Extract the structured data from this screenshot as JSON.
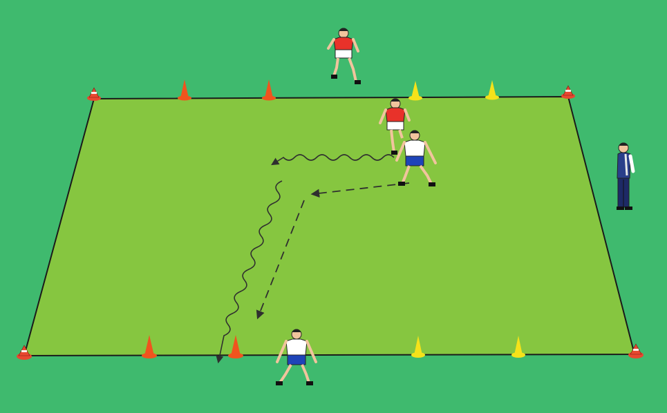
{
  "diagram": {
    "type": "soccer-drill",
    "colors": {
      "outer_grass": "#3fba6e",
      "pitch": "#86c640",
      "pitch_line": "#1a1a1a",
      "red_shirt": "#e8322a",
      "white_shirt": "#ffffff",
      "blue_shorts": "#1e44b8",
      "orange_cone": "#f0541e",
      "yellow_cone": "#f5e21a",
      "corner_cone": "#e84830",
      "coach_jacket": "#2a3f8a",
      "arrow": "#3a3a3a"
    },
    "cones": {
      "corner_count": 4,
      "orange_count": 4,
      "yellow_count": 4
    },
    "players": [
      {
        "team": "red",
        "role": "waiting-attacker",
        "icon": "red-player-icon"
      },
      {
        "team": "red",
        "role": "attacker-with-ball",
        "icon": "red-player-icon"
      },
      {
        "team": "white",
        "role": "defender",
        "icon": "white-player-icon"
      },
      {
        "team": "white",
        "role": "waiting-defender",
        "icon": "white-player-icon"
      },
      {
        "team": "coach",
        "role": "coach",
        "icon": "coach-icon"
      }
    ],
    "arrows": [
      {
        "kind": "dribble",
        "style": "wavy",
        "icon": "dribble-arrow-icon"
      },
      {
        "kind": "pass",
        "style": "dashed",
        "icon": "pass-arrow-icon"
      },
      {
        "kind": "pass",
        "style": "dashed",
        "icon": "pass-arrow-icon"
      },
      {
        "kind": "dribble",
        "style": "wavy",
        "icon": "dribble-arrow-icon"
      }
    ]
  }
}
